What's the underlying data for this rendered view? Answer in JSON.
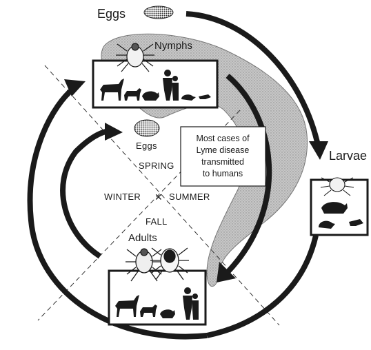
{
  "title_labels": {
    "eggs_top": "Eggs",
    "nymphs": "Nymphs",
    "larvae": "Larvae",
    "adults": "Adults",
    "eggs_inner": "Eggs"
  },
  "seasons": {
    "spring": "SPRING",
    "winter": "WINTER",
    "summer": "SUMMER",
    "fall": "FALL"
  },
  "note": {
    "line1": "Most cases of",
    "line2": "Lyme disease",
    "line3": "transmitted",
    "line4": "to humans"
  },
  "colors": {
    "ink": "#1a1a1a",
    "shade": "#b4b4b4"
  },
  "icons": [
    "tick-nymph-icon",
    "tick-larva-icon",
    "tick-adult-icon",
    "deer-icon",
    "dog-icon",
    "raccoon-icon",
    "rat-icon",
    "bird-icon",
    "humans-icon",
    "egg-cluster-icon"
  ]
}
